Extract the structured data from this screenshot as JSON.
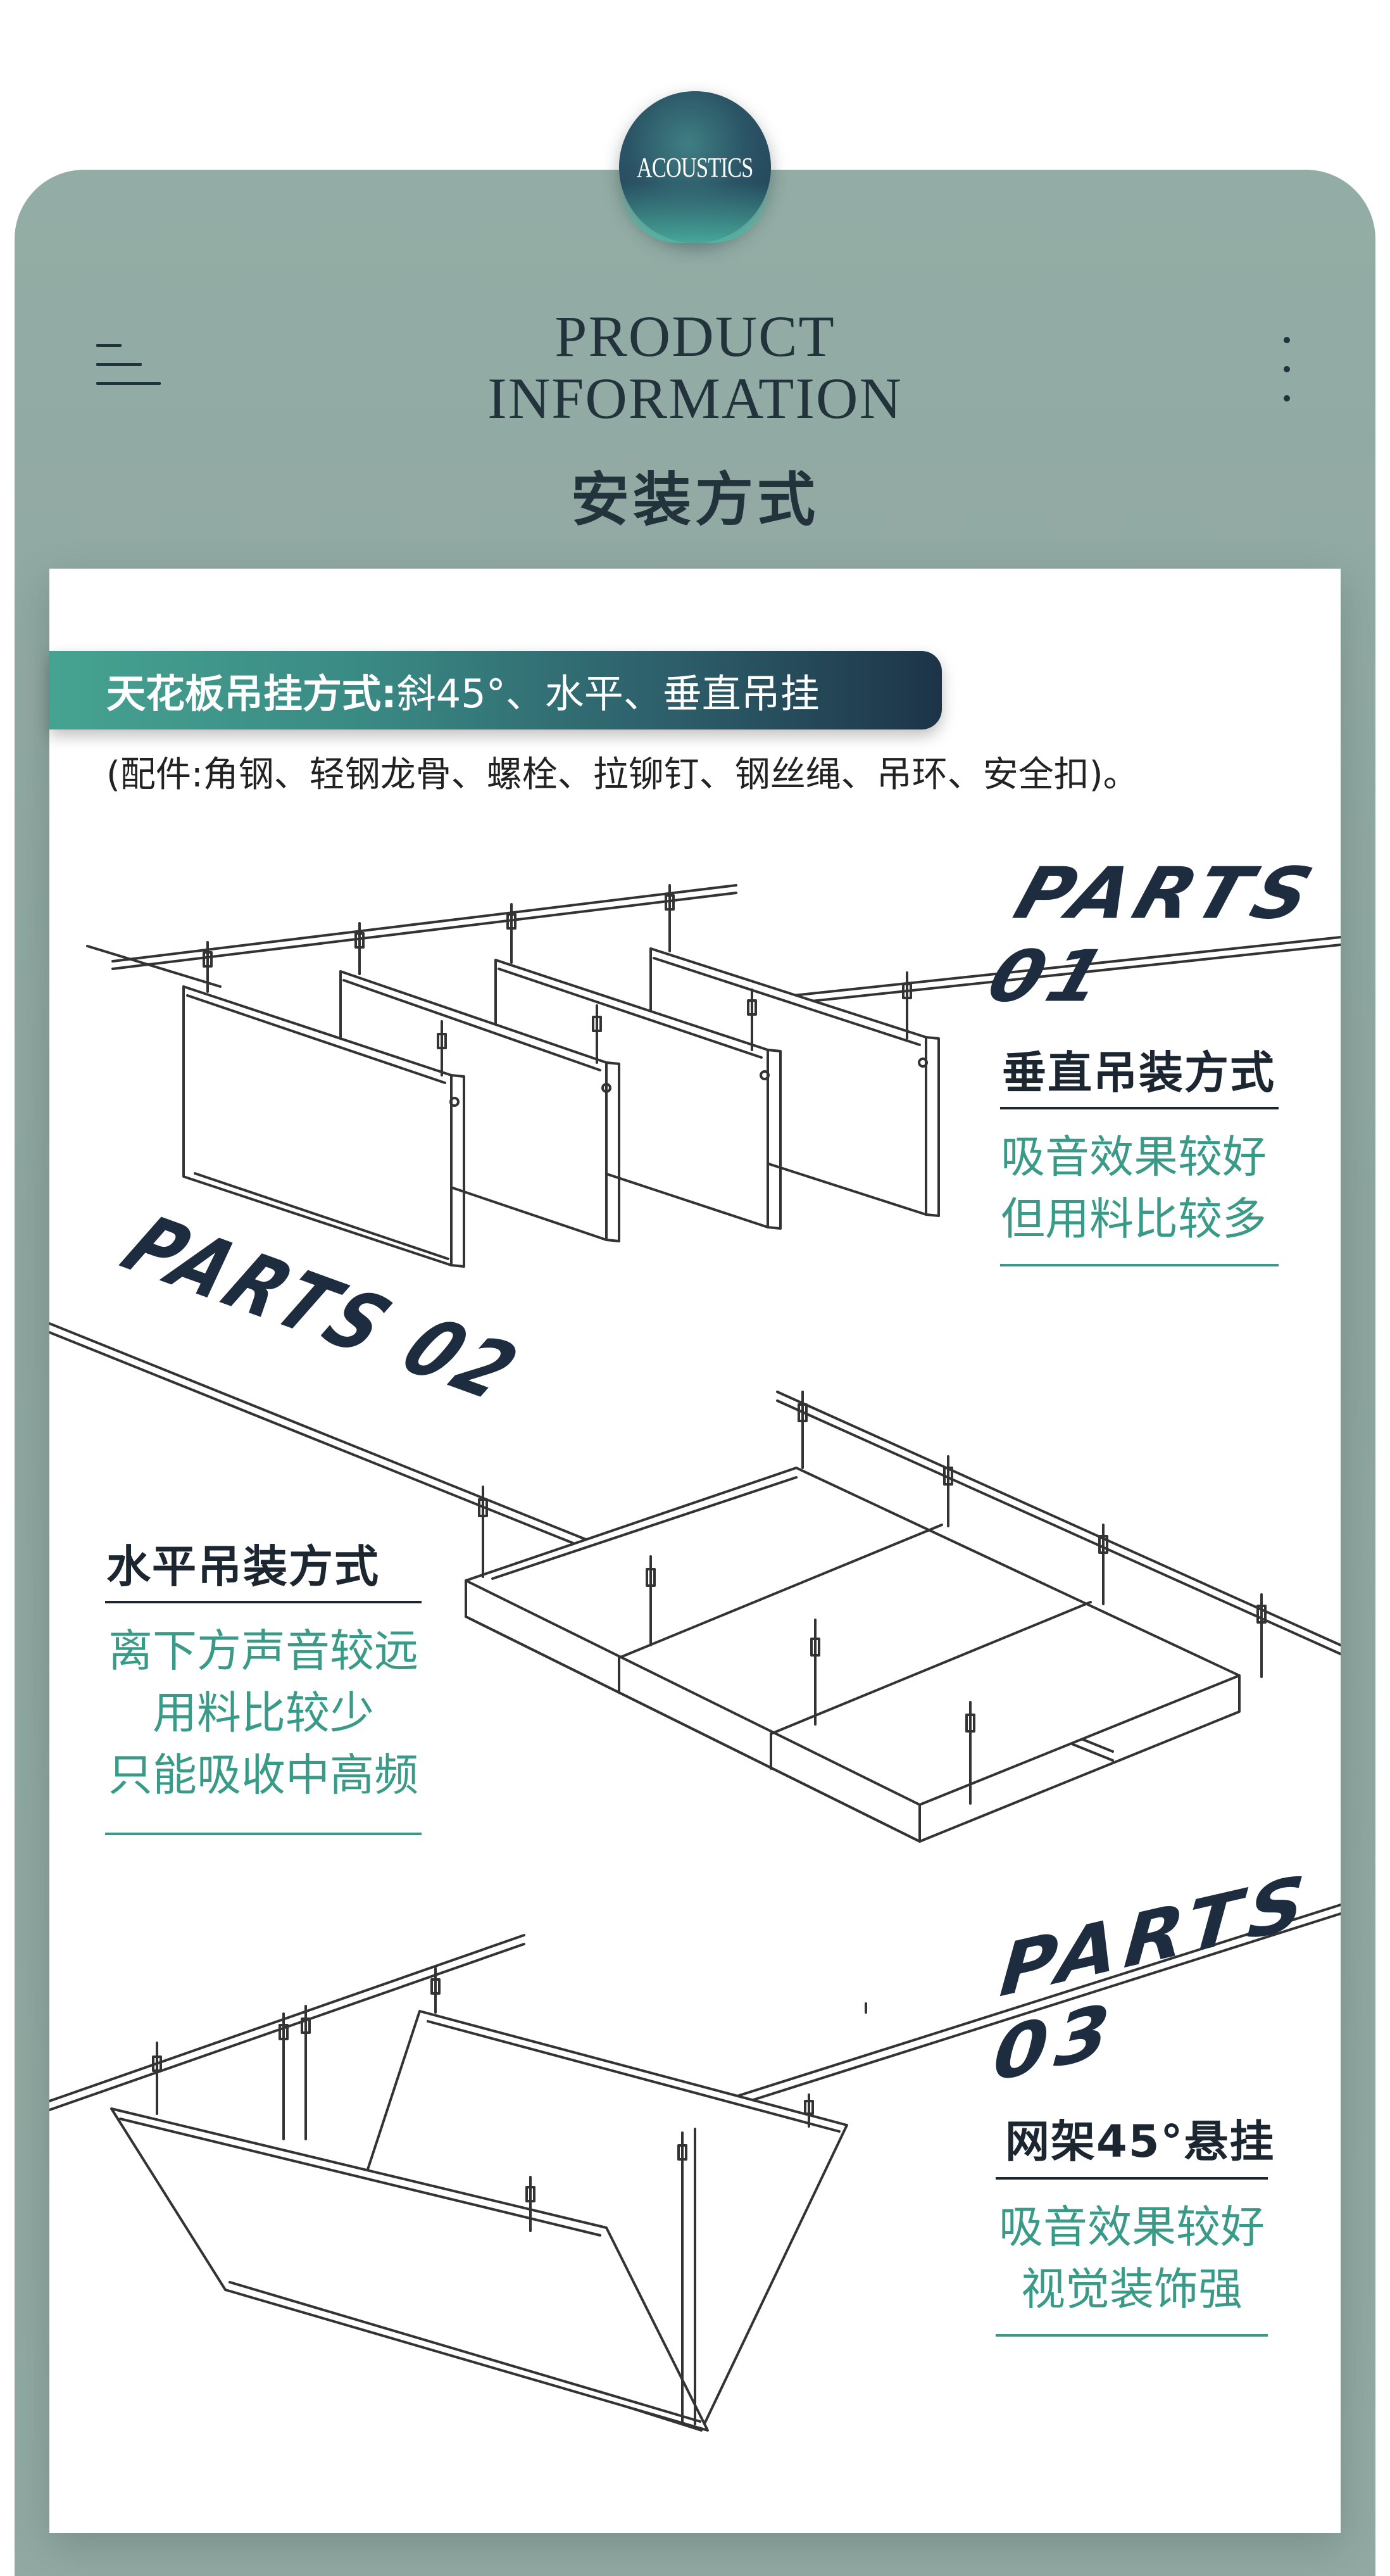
{
  "badge": {
    "text": "ACOUSTICS"
  },
  "header": {
    "title_line1": "PRODUCT",
    "title_line2": "INFORMATION",
    "subtitle": "安装方式"
  },
  "banner": {
    "label_bold": "天花板吊挂方式:",
    "label_rest": "斜45°、水平、垂直吊挂",
    "accessories": "(配件:角钢、轻钢龙骨、螺栓、拉铆钉、钢丝绳、吊环、安全扣)。"
  },
  "parts": [
    {
      "label": "PARTS 01",
      "title": "垂直吊装方式",
      "lines": [
        "吸音效果较好",
        "但用料比较多"
      ]
    },
    {
      "label": "PARTS 02",
      "title": "水平吊装方式",
      "lines": [
        "离下方声音较远",
        "用料比较少",
        "只能吸收中高频"
      ]
    },
    {
      "label": "PARTS 03",
      "title": "网架45°悬挂",
      "lines": [
        "吸音效果较好",
        "视觉装饰强"
      ]
    }
  ],
  "colors": {
    "frame": "#8fa8a1",
    "teal": "#3a9a88",
    "navy": "#1d2d3f"
  }
}
